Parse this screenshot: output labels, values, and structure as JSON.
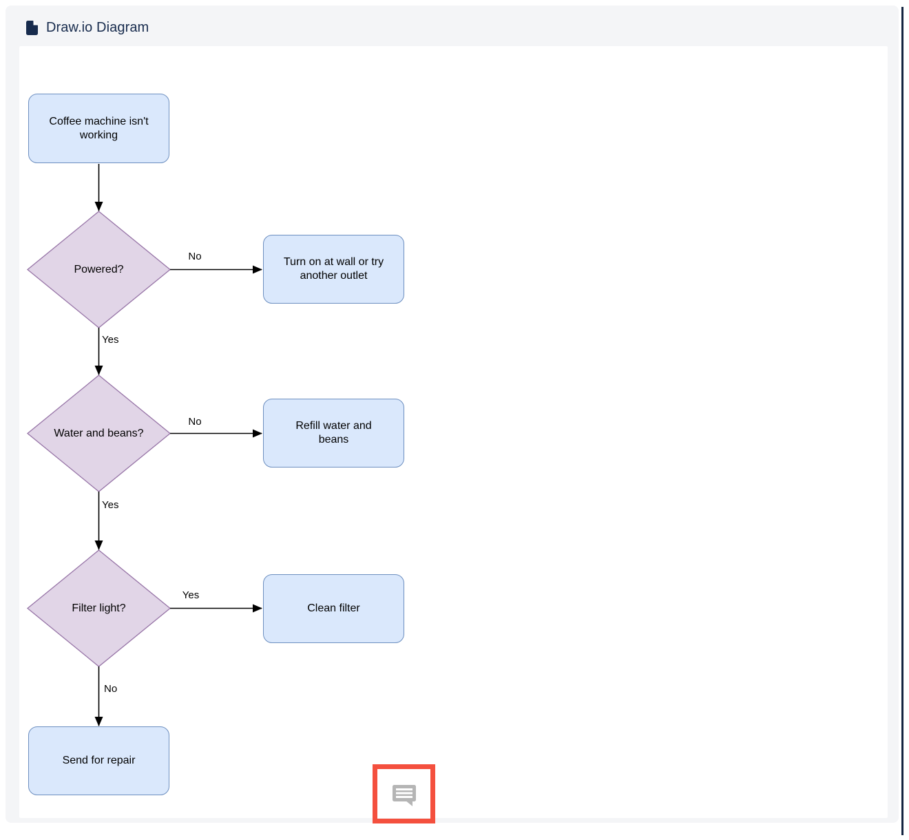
{
  "header": {
    "title": "Draw.io Diagram",
    "icon": "document-icon",
    "title_color": "#172b4d"
  },
  "colors": {
    "panel_background": "#f4f5f7",
    "canvas_background": "#ffffff",
    "process_fill": "#dae8fc",
    "process_stroke": "#6c8ebf",
    "decision_fill": "#e1d5e7",
    "decision_stroke": "#9673a6",
    "edge_stroke": "#000000",
    "highlight_red": "#f4503e",
    "comment_icon_gray": "#b5b5b5"
  },
  "flowchart": {
    "nodes": [
      {
        "id": "start",
        "type": "process",
        "label": "Coffee machine isn't\nworking"
      },
      {
        "id": "powered",
        "type": "decision",
        "label": "Powered?"
      },
      {
        "id": "turn-on",
        "type": "process",
        "label": "Turn on at wall or try\nanother outlet"
      },
      {
        "id": "water-beans",
        "type": "decision",
        "label": "Water and beans?"
      },
      {
        "id": "refill",
        "type": "process",
        "label": "Refill water and\nbeans"
      },
      {
        "id": "filter-light",
        "type": "decision",
        "label": "Filter light?"
      },
      {
        "id": "clean-filter",
        "type": "process",
        "label": "Clean filter"
      },
      {
        "id": "send-repair",
        "type": "process",
        "label": "Send for repair"
      }
    ],
    "edges": [
      {
        "from": "start",
        "to": "powered",
        "label": ""
      },
      {
        "from": "powered",
        "to": "turn-on",
        "label": "No"
      },
      {
        "from": "powered",
        "to": "water-beans",
        "label": "Yes"
      },
      {
        "from": "water-beans",
        "to": "refill",
        "label": "No"
      },
      {
        "from": "water-beans",
        "to": "filter-light",
        "label": "Yes"
      },
      {
        "from": "filter-light",
        "to": "clean-filter",
        "label": "Yes"
      },
      {
        "from": "filter-light",
        "to": "send-repair",
        "label": "No"
      }
    ]
  },
  "annotation": {
    "highlighted_element": "comment-icon"
  }
}
